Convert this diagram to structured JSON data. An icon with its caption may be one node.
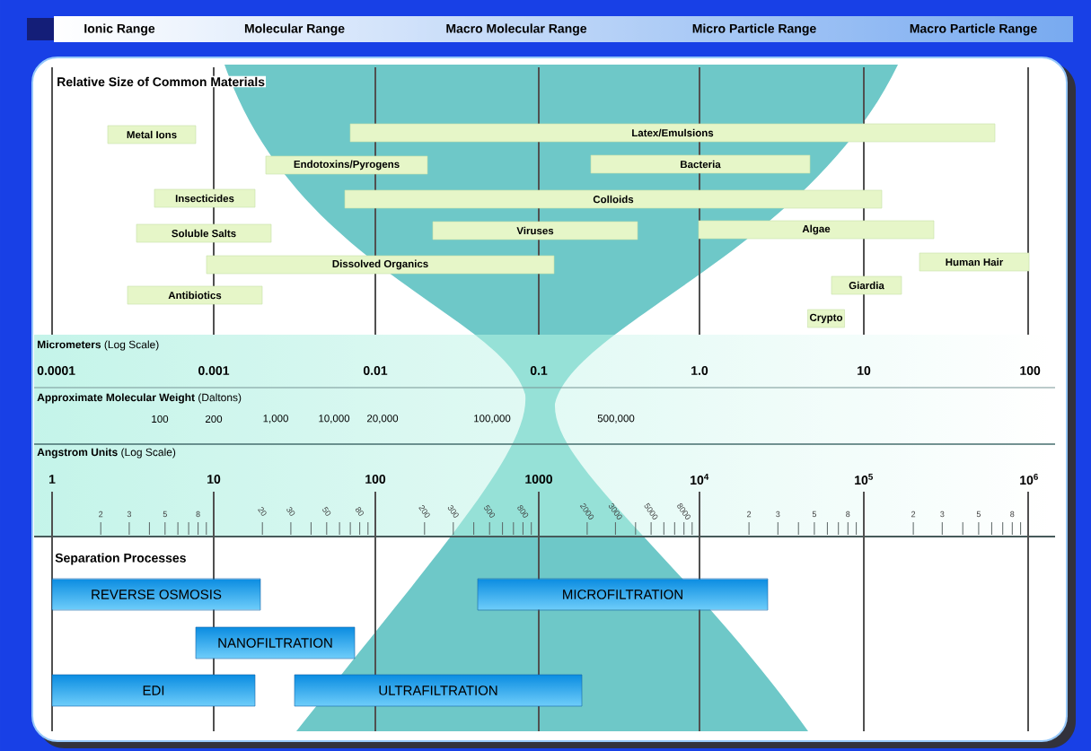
{
  "diagram": {
    "title": "Relative Size of Common Materials",
    "nodes": [
      {
        "text": [
          "Metal Ions"
        ]
      },
      {
        "text": [
          "Latex/Emulsions"
        ]
      },
      {
        "text": [
          "Endotoxins/Pyrogens"
        ]
      },
      {
        "text": [
          "Bacteria"
        ]
      },
      {
        "text": [
          "Insecticides"
        ]
      },
      {
        "text": [
          "Colloids"
        ]
      },
      {
        "text": [
          "Soluble Salts"
        ]
      },
      {
        "text": [
          "Viruses"
        ]
      },
      {
        "text": [
          "Algae"
        ]
      },
      {
        "text": [
          "Dissolved Organics"
        ]
      },
      {
        "text": [
          "Human Hair"
        ]
      },
      {
        "text": [
          "Antibiotics"
        ]
      },
      {
        "text": [
          "Giardia"
        ]
      },
      {
        "text": [
          "Crypto"
        ]
      },
      {
        "text": [
          "REVERSE OSMOSIS"
        ]
      },
      {
        "text": [
          "MICROFILTRATION"
        ]
      },
      {
        "text": [
          "NANOFILTRATION"
        ]
      },
      {
        "text": [
          "EDI"
        ]
      },
      {
        "text": [
          "ULTRAFILTRATION"
        ]
      }
    ],
    "labels": [
      "Ionic Range",
      "Molecular Range",
      "Macro Molecular Range",
      "Micro Particle Range",
      "Macro Particle Range",
      "**Micrometers** (Log Scale)",
      "0.0001",
      "0.001",
      "0.01",
      "0.1",
      "1.0",
      "10",
      "100",
      "**Approximate Molecular Weight** (Daltons)",
      "100",
      "200",
      "1,000",
      "10,000",
      "20,000",
      "100,000",
      "500,000",
      "**Angstrom Units** (Log Scale)",
      "1",
      "10",
      "100",
      "1000",
      "10$^{4}$",
      "10$^{5}$",
      "10$^{6}$",
      "2",
      "3",
      "5",
      "8",
      "20",
      "30",
      "50",
      "80",
      "200",
      "300",
      "500",
      "800",
      "2000",
      "3000",
      "5000",
      "8000",
      "2",
      "3",
      "5",
      "8",
      "2",
      "3",
      "5",
      "8",
      "Separation Processes"
    ]
  }
}
